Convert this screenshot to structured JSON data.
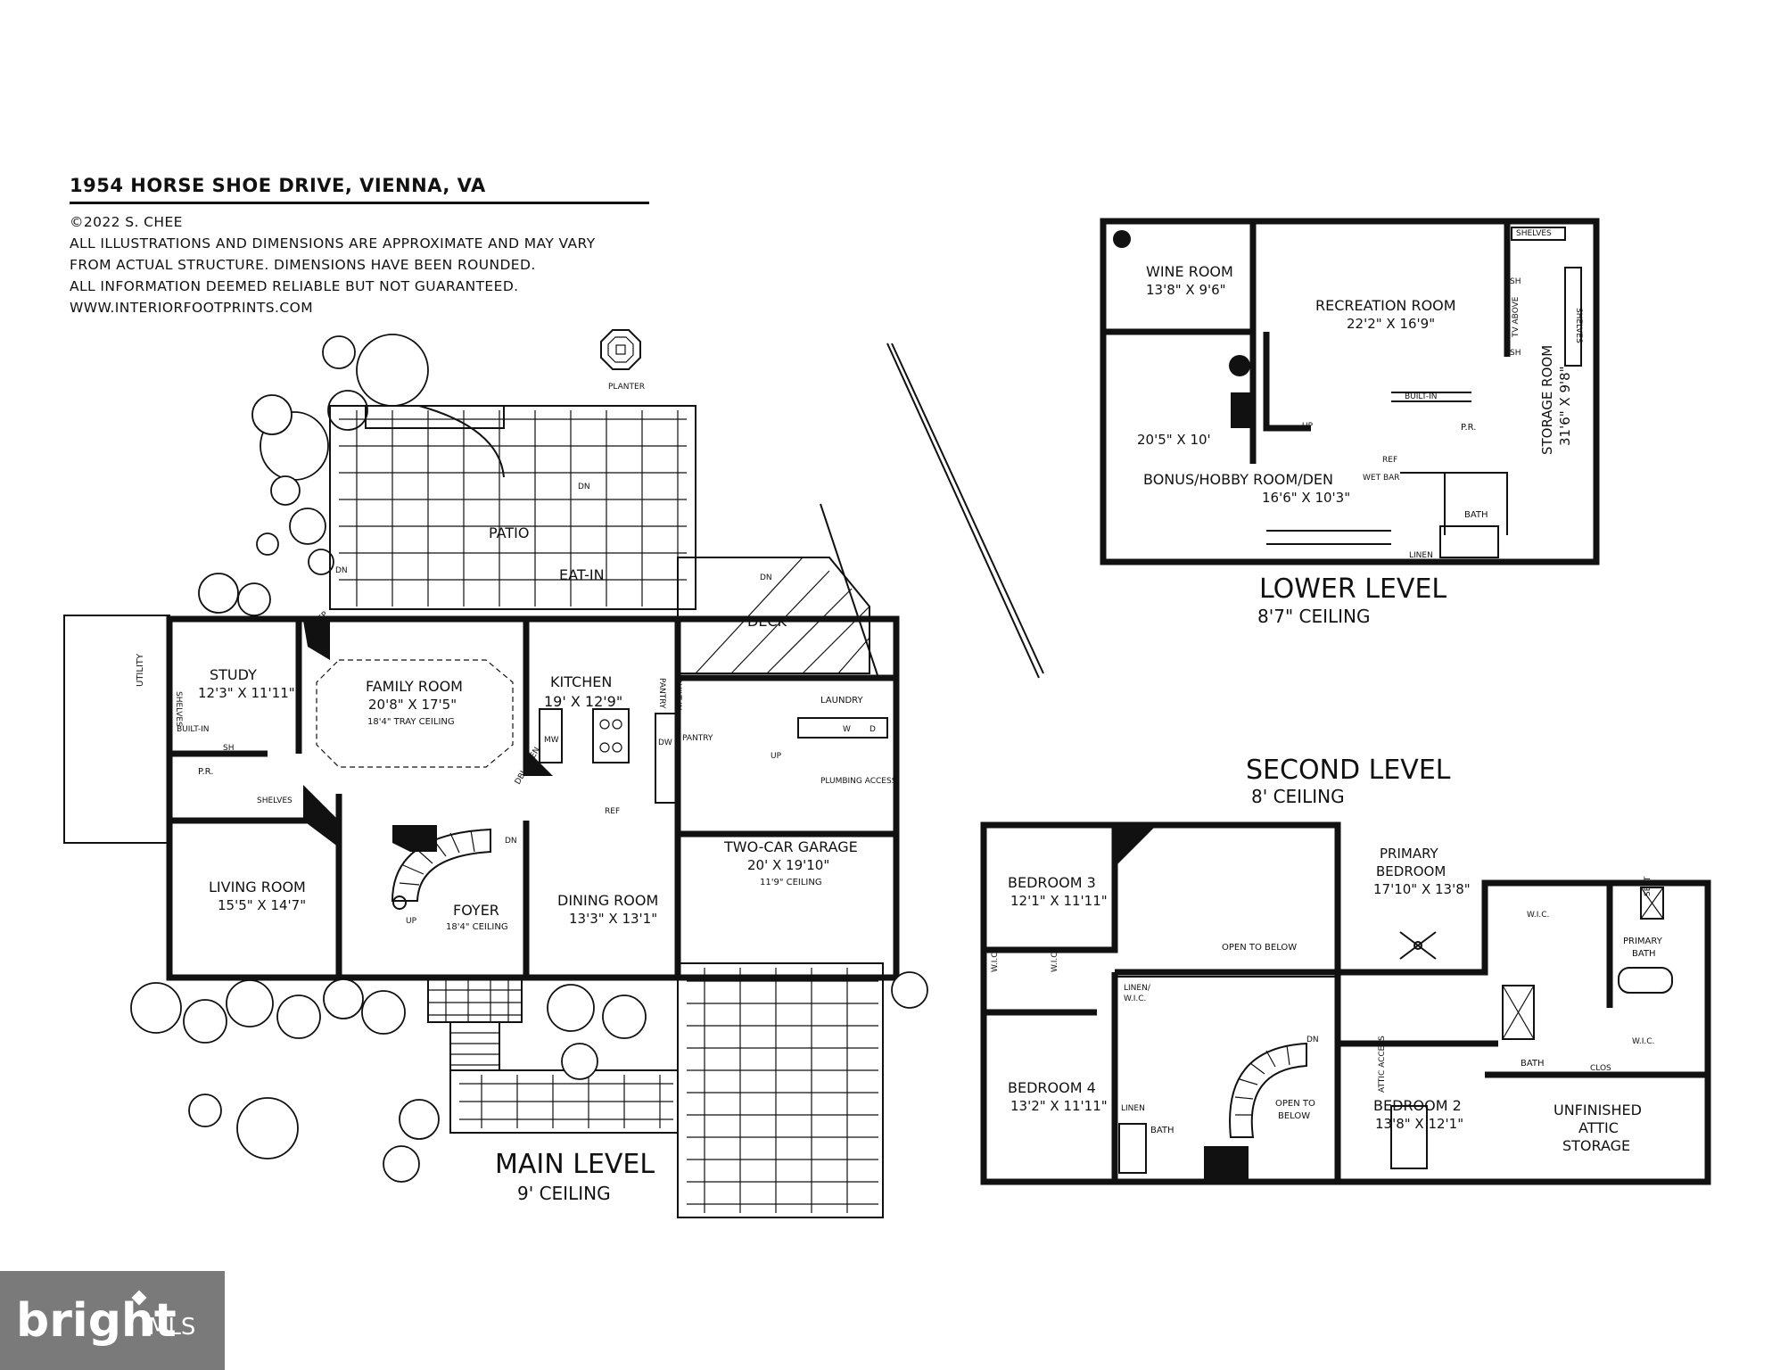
{
  "header": {
    "address": "1954 HORSE SHOE DRIVE, VIENNA, VA",
    "copyright": "©2022 S. CHEE",
    "disclaimer_1": "ALL ILLUSTRATIONS AND DIMENSIONS ARE APPROXIMATE AND MAY VARY",
    "disclaimer_2": "FROM ACTUAL STRUCTURE. DIMENSIONS HAVE BEEN ROUNDED.",
    "disclaimer_3": "ALL INFORMATION DEEMED RELIABLE BUT NOT GUARANTEED.",
    "website": "WWW.INTERIORFOOTPRINTS.COM"
  },
  "main_level": {
    "title": "MAIN LEVEL",
    "ceiling": "9' CEILING",
    "planter": "PLANTER",
    "patio": "PATIO",
    "deck": "DECK",
    "dn": "DN",
    "up": "UP",
    "eat_in": "EAT-IN",
    "utility": "UTILITY",
    "study": {
      "name": "STUDY",
      "dim": "12'3\" X 11'11\""
    },
    "shelves": "SHELVES",
    "built_in": "BUILT-IN",
    "sh": "SH",
    "gas_fp": "GAS FP",
    "family_room": {
      "name": "FAMILY ROOM",
      "dim": "20'8\" X 17'5\"",
      "note": "18'4\" TRAY CEILING"
    },
    "kitchen": {
      "name": "KITCHEN",
      "dim": "19' X 12'9\""
    },
    "pantry": "PANTRY",
    "laundry": "LAUNDRY",
    "w": "W",
    "d": "D",
    "mw": "MW",
    "dbl_oven": "DBL OVEN",
    "dw": "DW",
    "ref": "REF",
    "pr": "P.R.",
    "plumbing_access": "PLUMBING ACCESS",
    "garage": {
      "name": "TWO-CAR GARAGE",
      "dim": "20' X 19'10\"",
      "note": "11'9\" CEILING"
    },
    "living_room": {
      "name": "LIVING ROOM",
      "dim": "15'5\" X 14'7\""
    },
    "foyer": {
      "name": "FOYER",
      "note": "18'4\" CEILING"
    },
    "dining_room": {
      "name": "DINING ROOM",
      "dim": "13'3\" X 13'1\""
    }
  },
  "lower_level": {
    "title": "LOWER LEVEL",
    "ceiling": "8'7\" CEILING",
    "wine_room": {
      "name": "WINE ROOM",
      "dim": "13'8\" X 9'6\""
    },
    "recreation_room": {
      "name": "RECREATION ROOM",
      "dim": "22'2\" X 16'9\""
    },
    "storage_room": {
      "name": "STORAGE ROOM",
      "dim": "31'6\" X 9'8\""
    },
    "shelves": "SHELVES",
    "sh": "SH",
    "tv_above": "TV ABOVE",
    "built_in": "BUILT-IN",
    "bonus_dim_1": "20'5\" X 10'",
    "bonus": {
      "name": "BONUS/HOBBY ROOM/DEN",
      "dim": "16'6\" X 10'3\""
    },
    "up": "UP",
    "wet_bar": "WET BAR",
    "ref": "REF",
    "pr": "P.R.",
    "bath": "BATH",
    "linen": "LINEN"
  },
  "second_level": {
    "title": "SECOND LEVEL",
    "ceiling": "8' CEILING",
    "bedroom_3": {
      "name": "BEDROOM 3",
      "dim": "12'1\" X 11'11\""
    },
    "open_to_below": "OPEN TO BELOW",
    "open_to_below_2a": "OPEN TO",
    "open_to_below_2b": "BELOW",
    "primary_bedroom": {
      "name_1": "PRIMARY",
      "name_2": "BEDROOM",
      "dim": "17'10\" X 13'8\""
    },
    "wic": "W.I.C.",
    "primary_bath": {
      "name_1": "PRIMARY",
      "name_2": "BATH"
    },
    "seat": "SEAT",
    "linen_wic": "LINEN/",
    "linen_wic_2": "W.I.C.",
    "bedroom_4": {
      "name": "BEDROOM 4",
      "dim": "13'2\" X 11'11\""
    },
    "linen": "LINEN",
    "bath": "BATH",
    "dn": "DN",
    "attic_access": "ATTIC ACCESS",
    "bedroom_2": {
      "name": "BEDROOM 2",
      "dim": "13'8\" X 12'1\""
    },
    "clos": "CLOS",
    "unfinished": {
      "line_1": "UNFINISHED",
      "line_2": "ATTIC",
      "line_3": "STORAGE"
    }
  },
  "watermark": {
    "brand": "bright",
    "suffix": "MLS"
  }
}
